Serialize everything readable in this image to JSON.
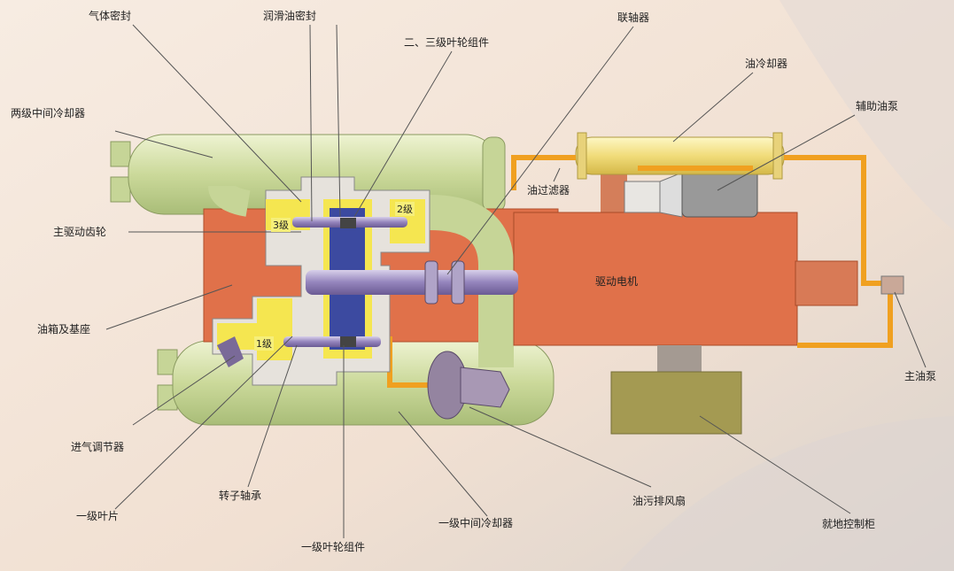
{
  "labels": {
    "gas_seal": "气体密封",
    "oil_seal": "润滑油密封",
    "impeller_23": "二、三级叶轮组件",
    "coupling": "联轴器",
    "oil_cooler": "油冷却器",
    "intercooler_2": "两级中间冷却器",
    "aux_oil_pump": "辅助油泵",
    "oil_filter": "油过滤器",
    "main_gear": "主驱动齿轮",
    "motor": "驱动电机",
    "oil_tank_base": "油箱及基座",
    "main_oil_pump": "主油泵",
    "inlet_regulator": "进气调节器",
    "stage1_vane": "一级叶片",
    "rotor_bearing": "转子轴承",
    "impeller_1": "一级叶轮组件",
    "intercooler_1": "一级中间冷却器",
    "oil_mist_fan": "油污排风扇",
    "local_panel": "就地控制柜"
  },
  "stages": {
    "s3": "3级",
    "s2": "2级",
    "s1": "1级"
  },
  "colors": {
    "base": "#e0714a",
    "cooler": "#d4dfa6",
    "oil_pipe": "#f0a020",
    "gear": "#8878b0",
    "casing": "#e6e2dc",
    "yellow": "#f5e650",
    "panel": "#a49a52"
  }
}
